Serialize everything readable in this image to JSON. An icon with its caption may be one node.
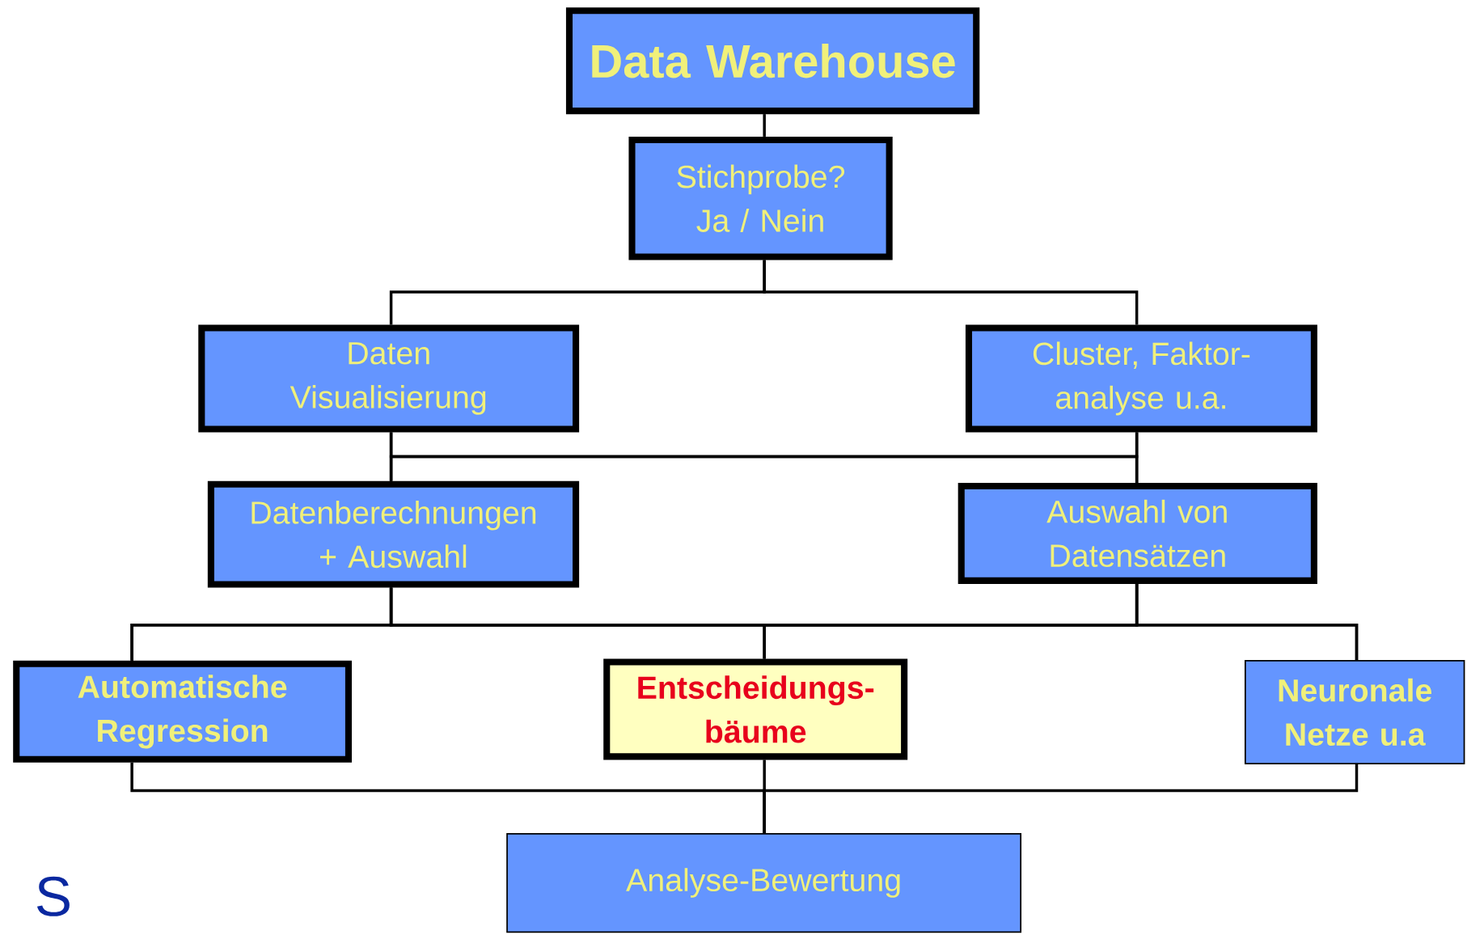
{
  "diagram": {
    "nodes": [
      {
        "text": [
          "Data Warehouse"
        ]
      },
      {
        "text": [
          "Stichprobe? Ja / Nein"
        ]
      },
      {
        "text": [
          "Daten Visualisierung"
        ]
      },
      {
        "text": [
          "Cluster, Faktor- analyse u.a."
        ]
      },
      {
        "text": [
          "Datenberechnungen + Auswahl"
        ]
      },
      {
        "text": [
          "Auswahl von Datensätzen"
        ]
      },
      {
        "text": [
          "Automatische Regression"
        ]
      },
      {
        "text": [
          "Entscheidungs- bäume"
        ]
      },
      {
        "text": [
          "Neuronale Netze u.a"
        ]
      },
      {
        "text": [
          "Analyse-Bewertung"
        ]
      }
    ],
    "edges": [
      {
        "from": 0,
        "to": 1,
        "arrow": "none"
      },
      {
        "from": 1,
        "to": 2,
        "arrow": "none"
      },
      {
        "from": 1,
        "to": 3,
        "arrow": "none"
      },
      {
        "from": 2,
        "to": 4,
        "arrow": "none"
      },
      {
        "from": 2,
        "to": 5,
        "arrow": "none"
      },
      {
        "from": 3,
        "to": 4,
        "arrow": "none"
      },
      {
        "from": 3,
        "to": 5,
        "arrow": "none"
      },
      {
        "from": 4,
        "to": 6,
        "arrow": "none"
      },
      {
        "from": 4,
        "to": 7,
        "arrow": "none"
      },
      {
        "from": 4,
        "to": 8,
        "arrow": "none"
      },
      {
        "from": 5,
        "to": 6,
        "arrow": "none"
      },
      {
        "from": 5,
        "to": 7,
        "arrow": "none"
      },
      {
        "from": 5,
        "to": 8,
        "arrow": "none"
      },
      {
        "from": 6,
        "to": 9,
        "arrow": "none"
      },
      {
        "from": 7,
        "to": 9,
        "arrow": "none"
      },
      {
        "from": 8,
        "to": 9,
        "arrow": "none"
      }
    ],
    "labels": [
      "S"
    ]
  }
}
